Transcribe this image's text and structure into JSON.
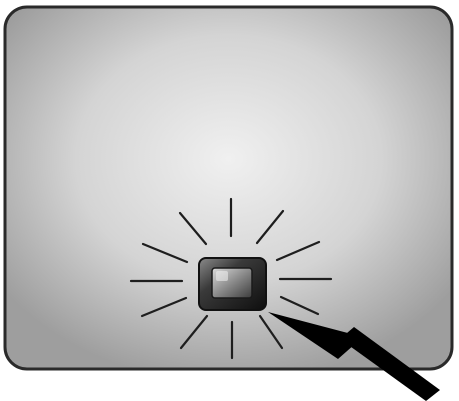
{
  "device": {
    "panel_name": "device-front-panel",
    "button_name": "illuminated-button",
    "button_state": "blinking",
    "indicator": "pointer-arrow"
  },
  "colors": {
    "panel_light": "#ececec",
    "panel_dark": "#a9a9a9",
    "outline": "#2a2a2a",
    "button_face": "#3a3a3a",
    "arrow": "#000000"
  }
}
